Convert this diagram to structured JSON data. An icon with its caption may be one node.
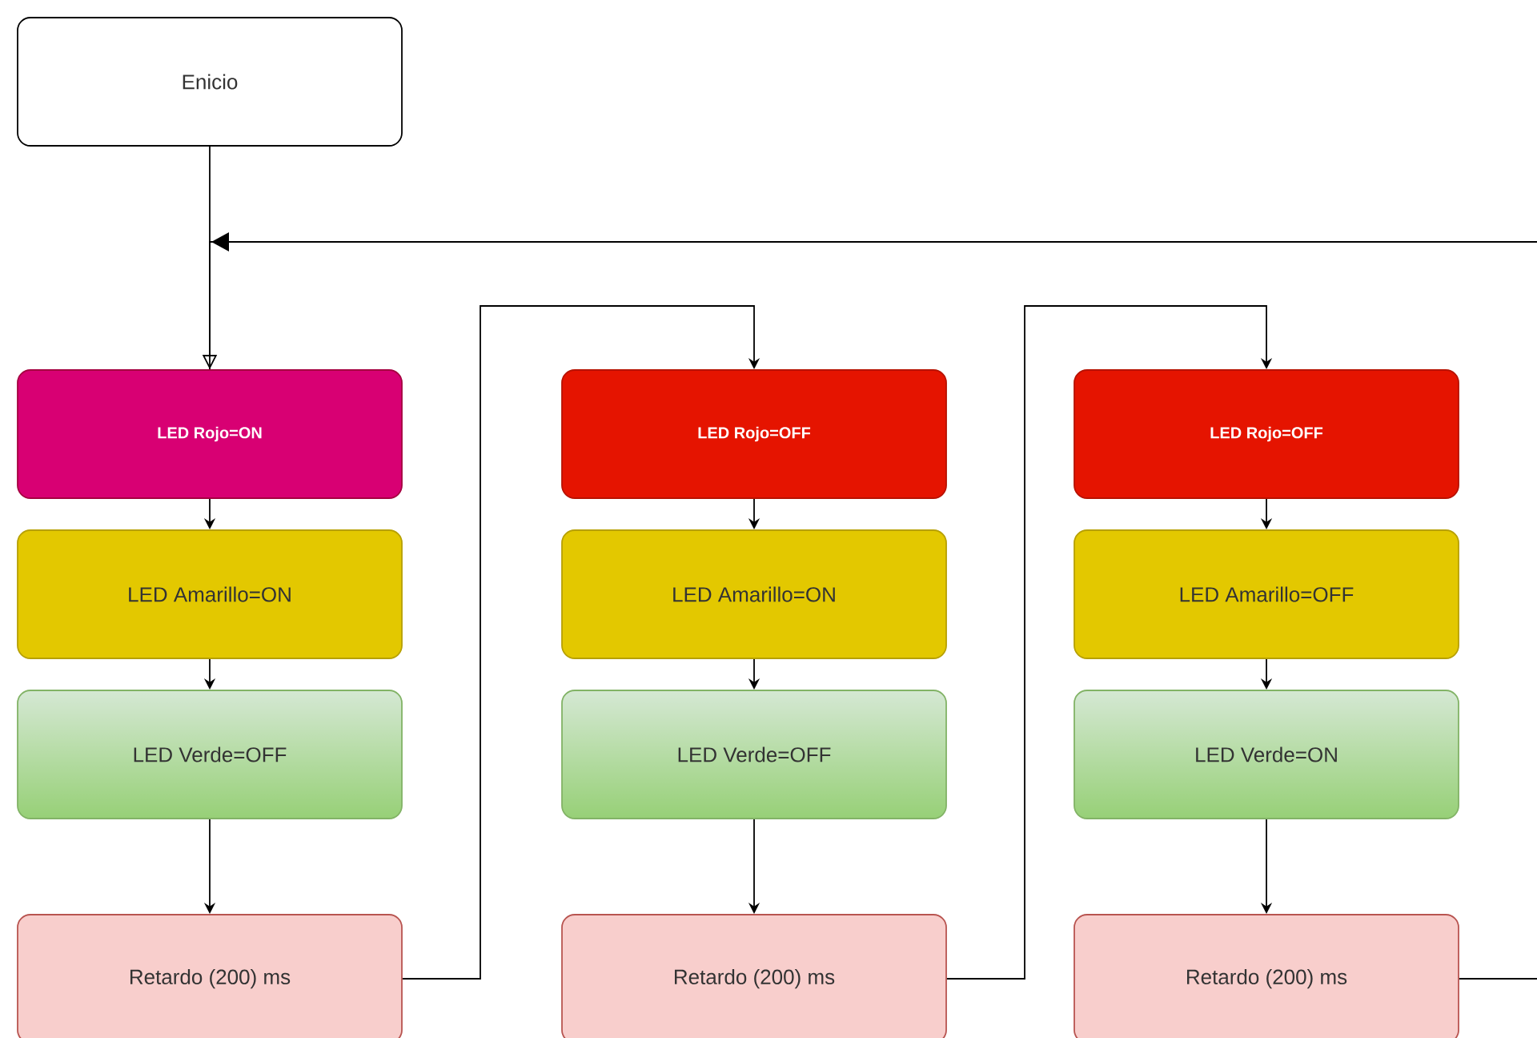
{
  "diagram": {
    "nodes": [
      {
        "text": [
          "Enicio"
        ]
      },
      {
        "text": [
          "LED Rojo=ON"
        ]
      },
      {
        "text": [
          "LED Amarillo=ON"
        ]
      },
      {
        "text": [
          "LED Verde=OFF"
        ]
      },
      {
        "text": [
          "Retardo (200) ms"
        ]
      },
      {
        "text": [
          "LED Rojo=OFF"
        ]
      },
      {
        "text": [
          "LED Amarillo=ON"
        ]
      },
      {
        "text": [
          "LED Verde=OFF"
        ]
      },
      {
        "text": [
          "Retardo (200) ms"
        ]
      },
      {
        "text": [
          "LED Rojo=OFF"
        ]
      },
      {
        "text": [
          "LED Amarillo=OFF"
        ]
      },
      {
        "text": [
          "LED Verde=ON"
        ]
      },
      {
        "text": [
          "Retardo (200) ms"
        ]
      }
    ],
    "edges": [
      {
        "from": 0,
        "to": 1,
        "arrow": "to"
      },
      {
        "from": 1,
        "to": 2,
        "arrow": "to"
      },
      {
        "from": 2,
        "to": 3,
        "arrow": "to"
      },
      {
        "from": 3,
        "to": 4,
        "arrow": "to"
      },
      {
        "from": 4,
        "to": 5,
        "arrow": "to"
      },
      {
        "from": 5,
        "to": 6,
        "arrow": "to"
      },
      {
        "from": 6,
        "to": 7,
        "arrow": "to"
      },
      {
        "from": 7,
        "to": 8,
        "arrow": "to"
      },
      {
        "from": 8,
        "to": 9,
        "arrow": "to"
      },
      {
        "from": 9,
        "to": 10,
        "arrow": "to"
      },
      {
        "from": 10,
        "to": 11,
        "arrow": "to"
      },
      {
        "from": 11,
        "to": 12,
        "arrow": "to"
      },
      {
        "from": 12,
        "to": 1,
        "arrow": "to"
      }
    ]
  }
}
